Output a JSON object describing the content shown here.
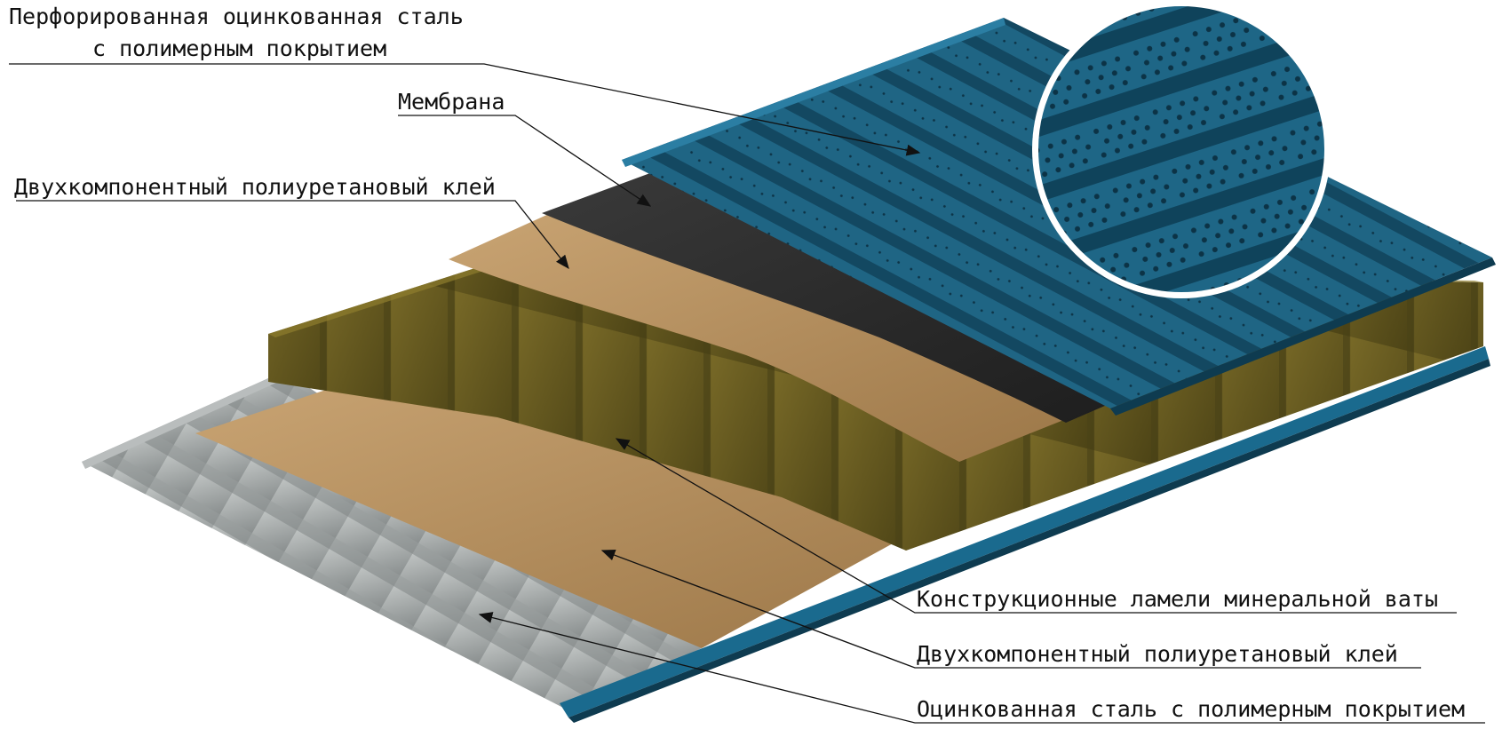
{
  "labels": {
    "top_steel_line1": "Перфорированная оцинкованная сталь",
    "top_steel_line2": "с полимерным покрытием",
    "membrane": "Мембрана",
    "glue_top": "Двухкомпонентный полиуретановый клей",
    "mineral_wool": "Конструкционные ламели минеральной ваты",
    "glue_bottom": "Двухкомпонентный полиуретановый клей",
    "bottom_steel": "Оцинкованная сталь с полимерным покрытием"
  },
  "colors": {
    "top_steel": "#1c5e7c",
    "membrane": "#2a2a2a",
    "glue": "#b48c5a",
    "mineral_wool": "#6b5e22",
    "bottom_steel": "#9ea2a2",
    "edge_profile": "#1a6a8e"
  }
}
